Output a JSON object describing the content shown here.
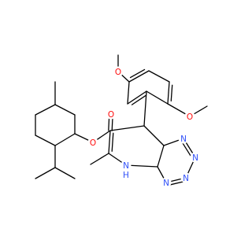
{
  "colors": {
    "carbon_bond": "#000000",
    "oxygen": "#ff0d0d",
    "nitrogen": "#3050f8",
    "background": "#ffffff"
  },
  "atoms": {
    "o_methoxy_top": "O",
    "o_methoxy_ortho": "O",
    "o_carbonyl": "O",
    "o_ester": "O",
    "n1": "N",
    "n2": "N",
    "n3": "N",
    "n4": "N",
    "nh": "N",
    "nh_h": "H"
  }
}
